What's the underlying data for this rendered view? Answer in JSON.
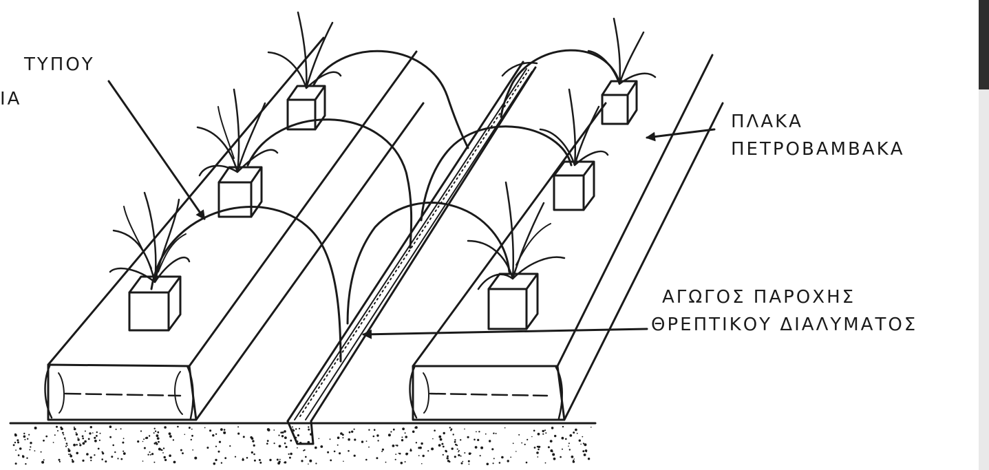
{
  "labels": {
    "left_top": "ΤΥΠΟΥ",
    "left_cut": "ΙΑ",
    "slab_line1": "ΠΛΑΚΑ",
    "slab_line2": "ΠΕΤΡΟΒΑΜΒΑΚΑ",
    "feed_line1": "ΑΓΩΓΟΣ ΠΑΡΟΧΗΣ",
    "feed_line2": "ΘΡΕΠΤΙΚΟΥ ΔΙΑΛΥΜΑΤΟΣ"
  },
  "colors": {
    "ink": "#1a1a1a",
    "paper": "#ffffff",
    "edge_bar": "#2e2e2e"
  }
}
